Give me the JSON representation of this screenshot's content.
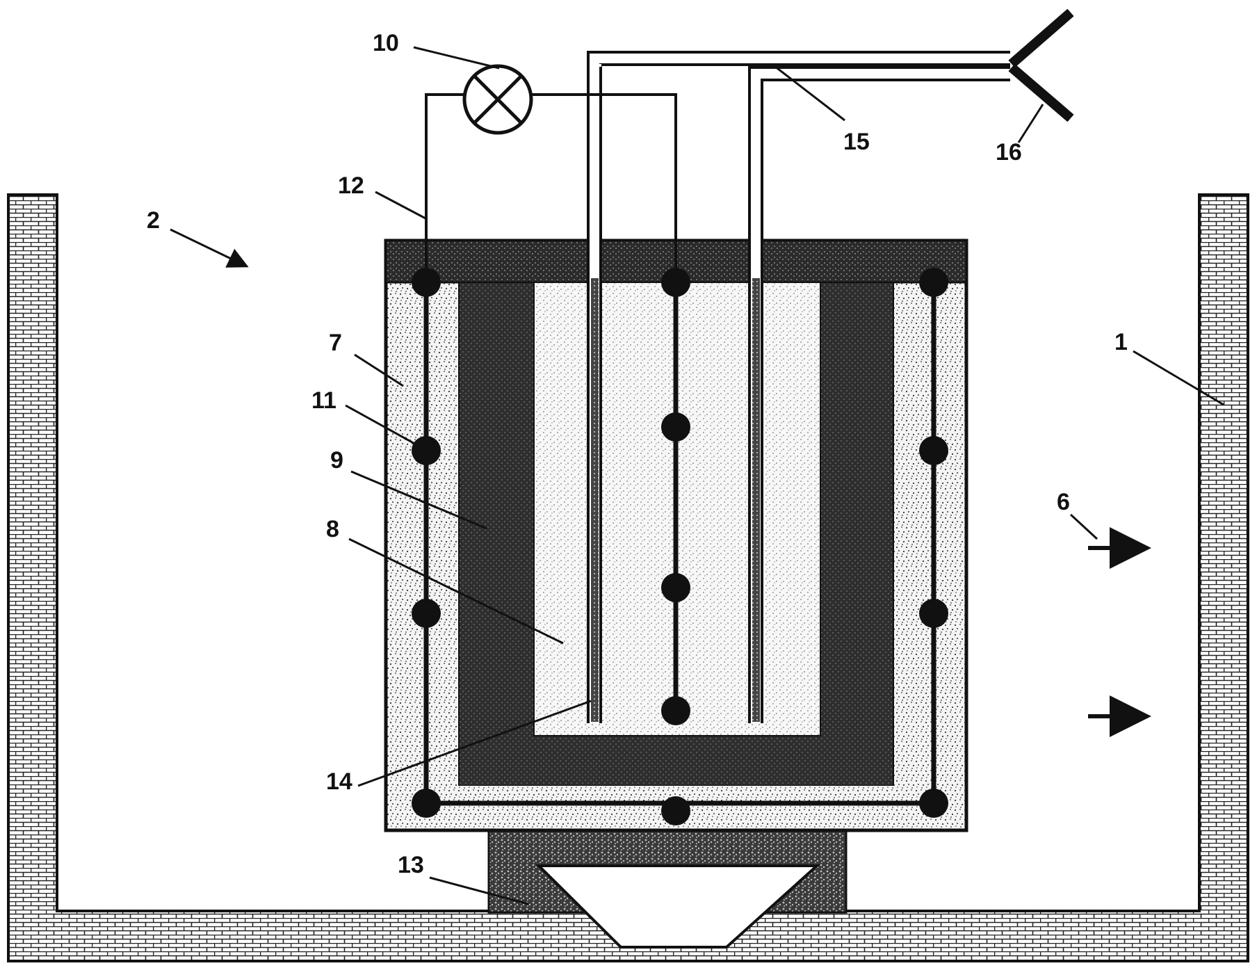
{
  "labels": {
    "l1": "1",
    "l2": "2",
    "l6": "6",
    "l7": "7",
    "l8": "8",
    "l9": "9",
    "l10": "10",
    "l11": "11",
    "l12": "12",
    "l13": "13",
    "l14": "14",
    "l15": "15",
    "l16": "16"
  },
  "colors": {
    "ink": "#111111",
    "background": "#ffffff",
    "brick_fill": "#ffffff",
    "lid": "#2b2b2b",
    "dark_layer": "#2e2e2e",
    "speckled_layer": "#f4f4f4",
    "inner_core": "#f7f7f7",
    "base_block": "#3a3a3a"
  }
}
